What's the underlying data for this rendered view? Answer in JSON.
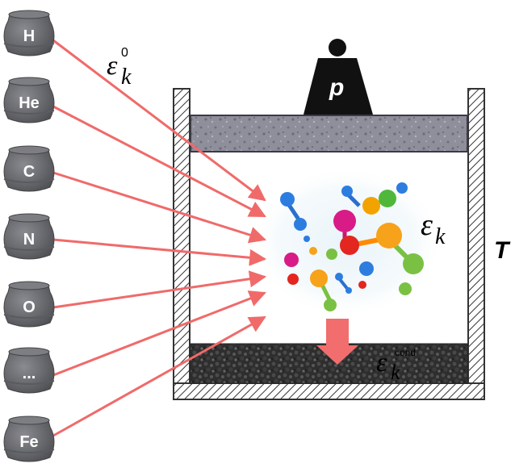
{
  "elements": [
    {
      "symbol": "H"
    },
    {
      "symbol": "He"
    },
    {
      "symbol": "C"
    },
    {
      "symbol": "N"
    },
    {
      "symbol": "O"
    },
    {
      "symbol": "..."
    },
    {
      "symbol": "Fe"
    }
  ],
  "labels": {
    "epsilon_base": "ε",
    "epsilon_sub": "k",
    "initial_superscript": "0",
    "condensed_superscript": "cond",
    "pressure": "p",
    "temperature": "T"
  },
  "colors": {
    "arrows": "#f06a6a",
    "condensation_arrow": "#f26d6d",
    "pot": "#6f7074",
    "walls": "#ffffff",
    "piston": "#8e8d99",
    "condensate": "#3b3b3b",
    "weight": "#111111"
  }
}
